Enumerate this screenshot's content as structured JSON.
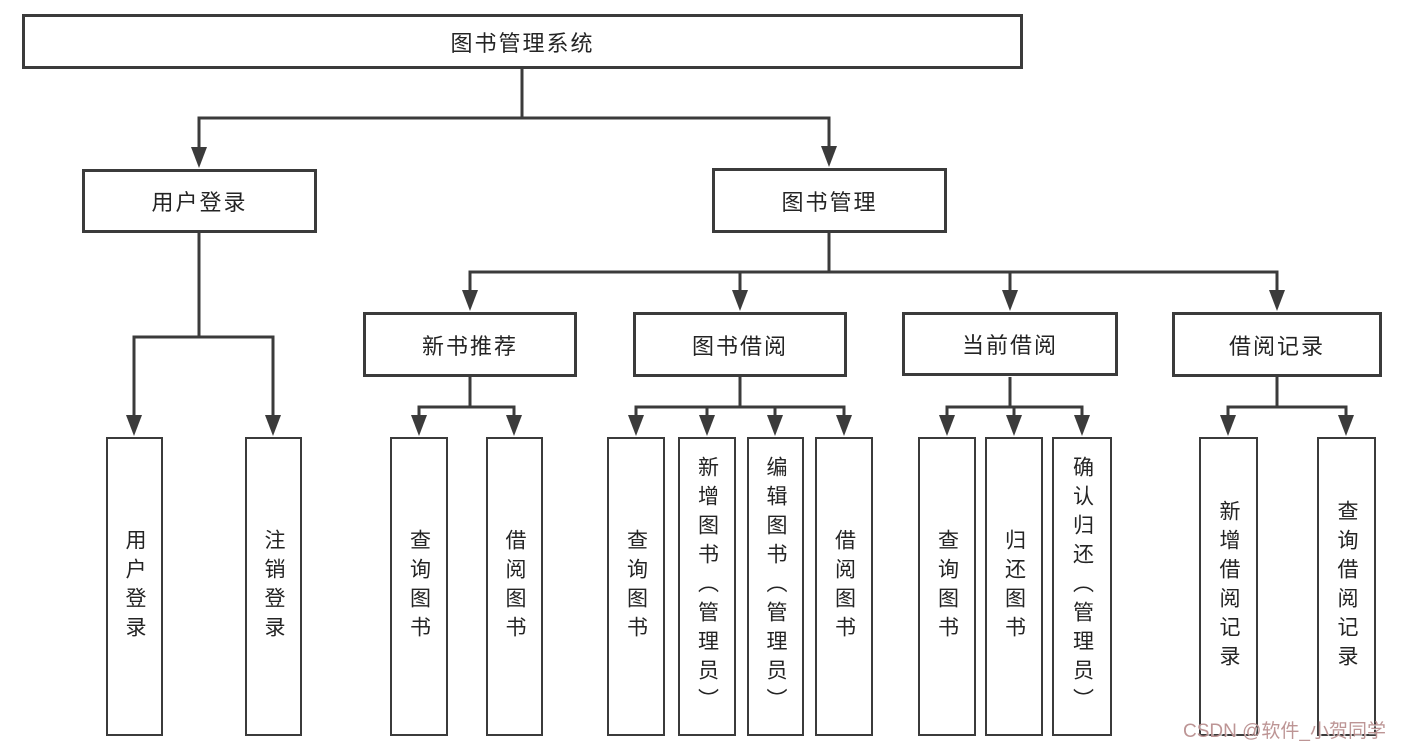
{
  "diagram": {
    "root": "图书管理系统",
    "level2": {
      "login": "用户登录",
      "manage": "图书管理"
    },
    "level3": {
      "recommend": "新书推荐",
      "borrow": "图书借阅",
      "current": "当前借阅",
      "records": "借阅记录"
    },
    "login_children": [
      "用户登录",
      "注销登录"
    ],
    "recommend_children": [
      "查询图书",
      "借阅图书"
    ],
    "borrow_children": [
      "查询图书",
      "新增图书（管理员）",
      "编辑图书（管理员）",
      "借阅图书"
    ],
    "current_children": [
      "查询图书",
      "归还图书",
      "确认归还（管理员）"
    ],
    "records_children": [
      "新增借阅记录",
      "查询借阅记录"
    ],
    "colors": {
      "line": "#3b3b3b",
      "text": "#242424",
      "watermark": "#b98f8f"
    }
  },
  "watermark": "CSDN @软件_小贺同学"
}
